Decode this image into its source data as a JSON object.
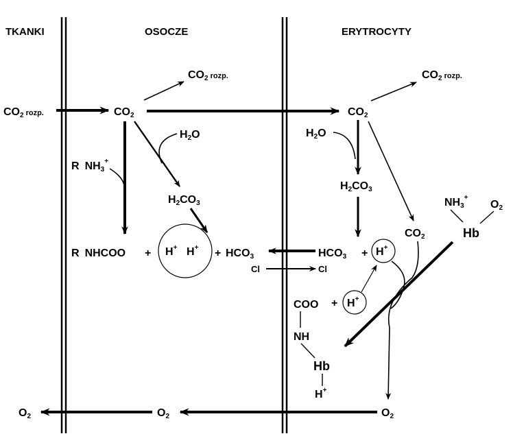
{
  "headers": {
    "tissues": "TKANKI",
    "plasma": "OSOCZE",
    "erythrocytes": "ERYTROCYTY"
  },
  "species": {
    "co2": "CO",
    "co2_sub": "2",
    "rozp": "rozp.",
    "h2o_h": "H",
    "h2o_sub": "2",
    "h2o_o": "O",
    "h2co3_h": "H",
    "h2co3_sub1": "2",
    "h2co3_co": "CO",
    "h2co3_sub2": "3",
    "r": "R",
    "nh3": "NH",
    "nh3_sub": "3",
    "plus_sup": "+",
    "nhcoo": "NHCOO",
    "plus": "+",
    "h": "H",
    "hco3": "HCO",
    "hco3_sub": "3",
    "cl": "Cl",
    "o2": "O",
    "o2_sub": "2",
    "hb": "Hb",
    "coo": "COO",
    "nh": "NH"
  }
}
